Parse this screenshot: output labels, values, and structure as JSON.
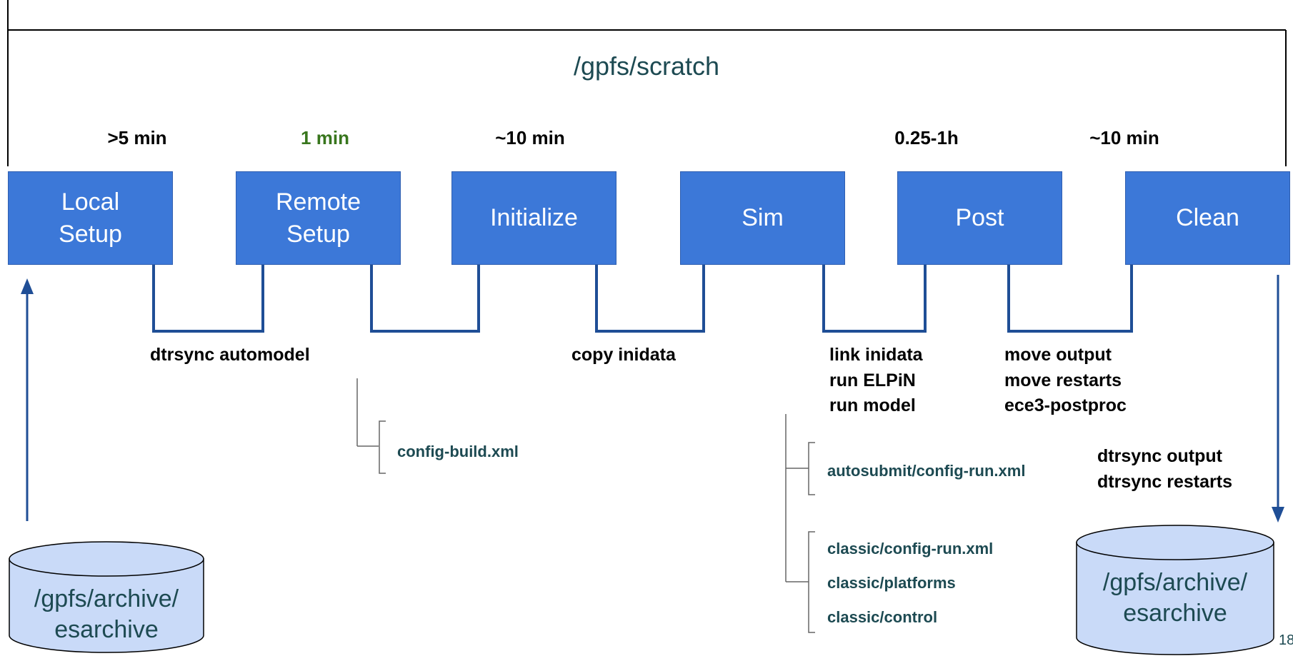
{
  "scratch": {
    "label": "/gpfs/scratch"
  },
  "times": [
    ">5 min",
    "1 min",
    "~10 min",
    "0.25-1h",
    "~10 min"
  ],
  "stages": [
    {
      "id": "local-setup",
      "label": "Local\nSetup"
    },
    {
      "id": "remote-setup",
      "label": "Remote\nSetup"
    },
    {
      "id": "initialize",
      "label": "Initialize"
    },
    {
      "id": "sim",
      "label": "Sim"
    },
    {
      "id": "post",
      "label": "Post"
    },
    {
      "id": "clean",
      "label": "Clean"
    }
  ],
  "operations": {
    "remote_transfer": "dtrsync automodel",
    "initialize_transfer": "copy inidata",
    "sim_steps": "link inidata\nrun ELPiN\nrun model",
    "post_steps": "move output\nmove restarts\nece3-postproc",
    "clean_steps": "dtrsync output\ndtrsync restarts"
  },
  "configs": {
    "remote": "config-build.xml",
    "sim_autosubmit": "autosubmit/config-run.xml",
    "sim_classic": [
      "classic/config-run.xml",
      "classic/platforms",
      "classic/control"
    ]
  },
  "archives": {
    "left": "/gpfs/archive/\nesarchive",
    "right": "/gpfs/archive/\nesarchive"
  },
  "page_number": "18",
  "colors": {
    "stage_fill": "#3c78d8",
    "connector": "#1f4e96",
    "archive_fill": "#c9daf8",
    "label_teal": "#1d4a52",
    "time_highlight": "#38761d"
  }
}
